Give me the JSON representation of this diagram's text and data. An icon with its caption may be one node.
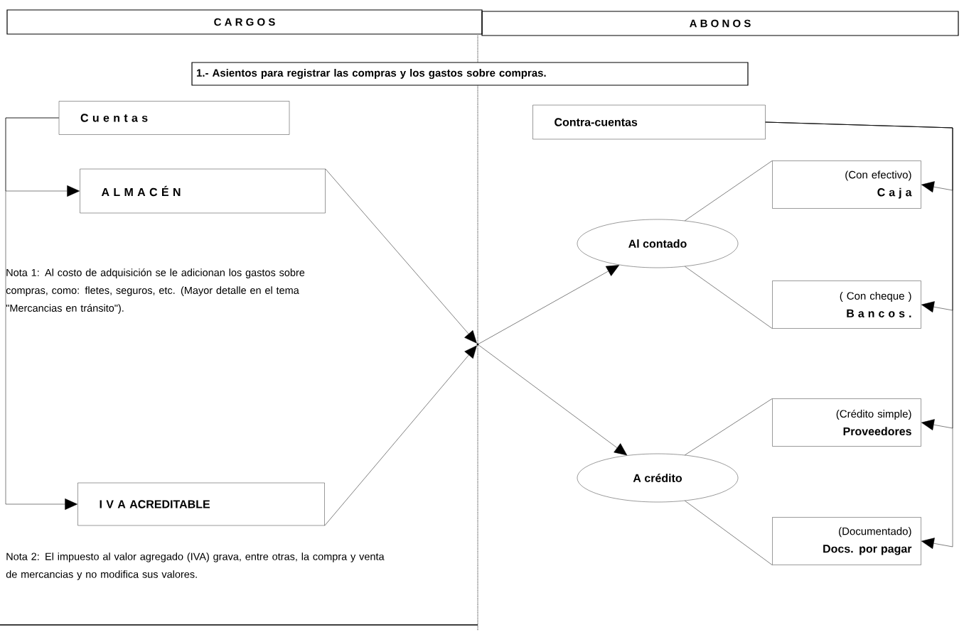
{
  "diagram": {
    "title": "1.- Asientos para registrar las compras y los gastos sobre compras.",
    "nodes": [
      {
        "text": [
          "C A R G O S"
        ]
      },
      {
        "text": [
          "A B O N O S"
        ]
      },
      {
        "text": [
          "C u e n t a s"
        ]
      },
      {
        "text": [
          "A L M A C É N"
        ]
      },
      {
        "text": [
          "I V A ACREDITABLE"
        ]
      },
      {
        "text": [],
        "shape": "point"
      },
      {
        "text": [
          "Contra-cuentas"
        ]
      },
      {
        "text": [
          "Al contado"
        ]
      },
      {
        "text": [
          "A crédito"
        ]
      },
      {
        "text": [
          "(Con efectivo)",
          "C a j a"
        ]
      },
      {
        "text": [
          "( Con cheque )",
          "B a n c o s ."
        ]
      },
      {
        "text": [
          "(Crédito simple)",
          "Proveedores"
        ]
      },
      {
        "text": [
          "(Documentado)",
          "Docs. por pagar"
        ]
      }
    ],
    "edges": [
      {
        "from": 2,
        "to": 3,
        "arrow": "to"
      },
      {
        "from": 2,
        "to": 4,
        "arrow": "to"
      },
      {
        "from": 3,
        "to": 5,
        "arrow": "to"
      },
      {
        "from": 4,
        "to": 5,
        "arrow": "to"
      },
      {
        "from": 5,
        "to": 7,
        "arrow": "to"
      },
      {
        "from": 5,
        "to": 8,
        "arrow": "to"
      },
      {
        "from": 7,
        "to": 9,
        "arrow": "none"
      },
      {
        "from": 7,
        "to": 10,
        "arrow": "none"
      },
      {
        "from": 8,
        "to": 11,
        "arrow": "none"
      },
      {
        "from": 8,
        "to": 12,
        "arrow": "none"
      },
      {
        "from": 6,
        "to": 9,
        "arrow": "to"
      },
      {
        "from": 6,
        "to": 10,
        "arrow": "to"
      },
      {
        "from": 6,
        "to": 11,
        "arrow": "to"
      },
      {
        "from": 6,
        "to": 12,
        "arrow": "to"
      }
    ],
    "labels": [
      "Nota 1: Al costo de adquisición se le adicionan los gastos sobre compras, como: fletes, seguros, etc. (Mayor detalle en el tema \"Mercancias en tránsito\").",
      "Nota 2: El impuesto al valor agregado (IVA) grava, entre otras, la compra y venta de mercancias y no modifica sus valores."
    ]
  }
}
